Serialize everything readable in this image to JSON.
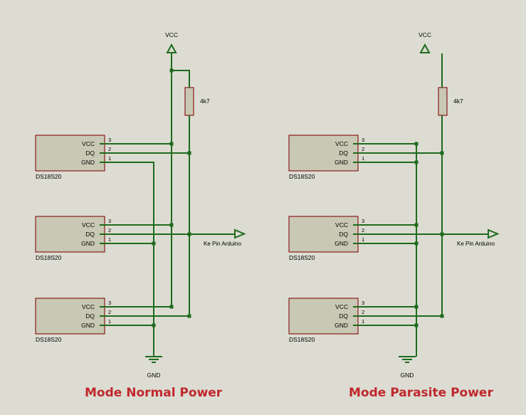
{
  "colors": {
    "background": "#dcdcd2",
    "wire": "#1e6b1e",
    "component_fill": "#c8c8b4",
    "component_border": "#8b1a1a",
    "text": "#000000",
    "caption": "#c0282d"
  },
  "labels": {
    "vcc": "VCC",
    "gnd": "GND",
    "resistor": "4k7",
    "arduino": "Ke Pin Arduino",
    "chip": "DS18S20",
    "pins": [
      {
        "name": "VCC",
        "num": "3"
      },
      {
        "name": "DQ",
        "num": "2"
      },
      {
        "name": "GND",
        "num": "1"
      }
    ]
  },
  "circuits": [
    {
      "id": "normal",
      "caption": "Mode Normal Power",
      "mode": "normal",
      "has_gnd_symbol": true
    },
    {
      "id": "parasite",
      "caption": "Mode Parasite Power",
      "mode": "parasite",
      "has_gnd_symbol": true
    }
  ]
}
